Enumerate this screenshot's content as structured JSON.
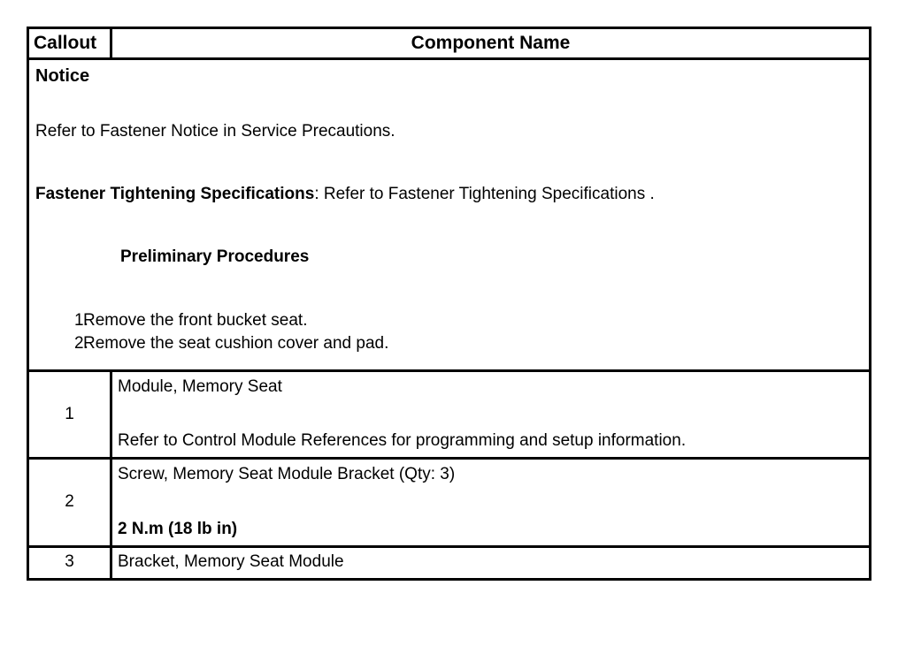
{
  "document": {
    "type": "service-manual-callout-table",
    "background_color": "#ffffff",
    "text_color": "#000000",
    "border_color": "#000000"
  },
  "table": {
    "headers": {
      "callout": "Callout",
      "component_name": "Component Name"
    },
    "notice": {
      "title": "Notice",
      "fastener_notice": "Refer to Fastener Notice in Service Precautions.",
      "spec_label": "Fastener Tightening Specifications",
      "spec_separator": ": ",
      "spec_text": "Refer to Fastener Tightening Specifications .",
      "preliminary_heading": "Preliminary Procedures",
      "steps": [
        {
          "number": "1.",
          "text": "Remove the front bucket seat."
        },
        {
          "number": "2.",
          "text": "Remove the seat cushion cover and pad."
        }
      ]
    },
    "rows": [
      {
        "callout": "1",
        "name_primary": "Module, Memory Seat",
        "name_secondary": "Refer to Control Module References for programming and setup information.",
        "torque": ""
      },
      {
        "callout": "2",
        "name_primary": "Screw, Memory Seat Module Bracket (Qty: 3)",
        "name_secondary": "",
        "torque": "2 N.m (18 lb in)"
      },
      {
        "callout": "3",
        "name_primary": "Bracket, Memory Seat Module",
        "name_secondary": "",
        "torque": ""
      }
    ]
  }
}
